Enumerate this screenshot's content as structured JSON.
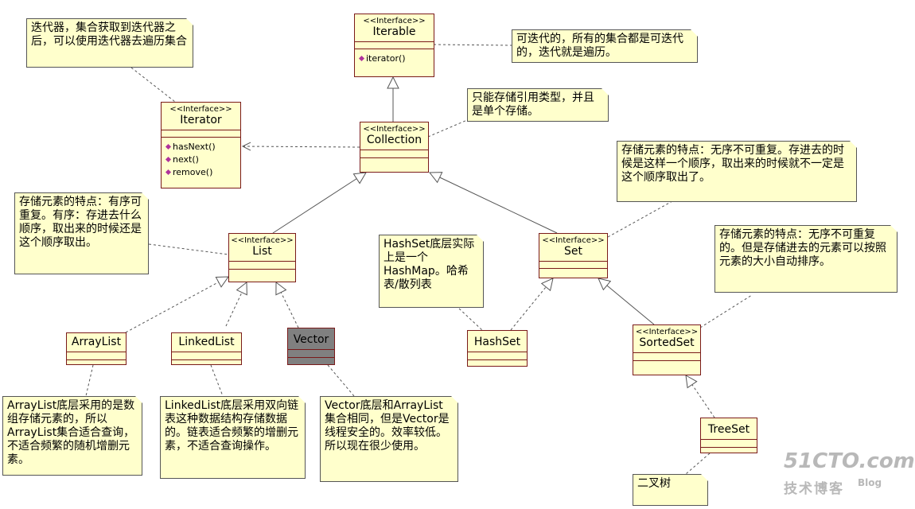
{
  "classes": {
    "iterable": {
      "stereotype": "<<Interface>>",
      "name": "Iterable",
      "ops": [
        "iterator()"
      ]
    },
    "iterator": {
      "stereotype": "<<Interface>>",
      "name": "Iterator",
      "ops": [
        "hasNext()",
        "next()",
        "remove()"
      ]
    },
    "collection": {
      "stereotype": "<<Interface>>",
      "name": "Collection"
    },
    "list": {
      "stereotype": "<<Interface>>",
      "name": "List"
    },
    "set": {
      "stereotype": "<<Interface>>",
      "name": "Set"
    },
    "sortedset": {
      "stereotype": "<<Interface>>",
      "name": "SortedSet"
    },
    "arraylist": {
      "name": "ArrayList"
    },
    "linkedlist": {
      "name": "LinkedList"
    },
    "vector": {
      "name": "Vector"
    },
    "hashset": {
      "name": "HashSet"
    },
    "treeset": {
      "name": "TreeSet"
    }
  },
  "notes": {
    "iterator_note": "迭代器，集合获取到迭代器之后，可以使用迭代器去遍历集合",
    "iterable_note": "可迭代的，所有的集合都是可迭代的，迭代就是遍历。",
    "collection_note": "只能存储引用类型，并且是单个存储。",
    "set_note": "存储元素的特点：无序不可重复。存进去的时候是这样一个顺序，取出来的时候就不一定是这个顺序取出了。",
    "list_note": "存储元素的特点：有序可重复。有序：存进去什么顺序，取出来的时候还是这个顺序取出。",
    "hashset_note": "HashSet底层实际上是一个HashMap。哈希表/散列表",
    "sortedset_note": "存储元素的特点：无序不可重复的。但是存储进去的元素可以按照元素的大小自动排序。",
    "arraylist_note": "ArrayList底层采用的是数组存储元素的，所以ArrayList集合适合查询，不适合频繁的随机增删元素。",
    "linkedlist_note": "LinkedList底层采用双向链表这种数据结构存储数据的。链表适合频繁的增删元素，不适合查询操作。",
    "vector_note": "Vector底层和ArrayList集合相同，但是Vector是线程安全的。效率较低。所以现在很少使用。",
    "treeset_note": "二叉树"
  },
  "watermark": {
    "site": "51CTO.com",
    "sub": "技术博客",
    "blog": "Blog"
  }
}
